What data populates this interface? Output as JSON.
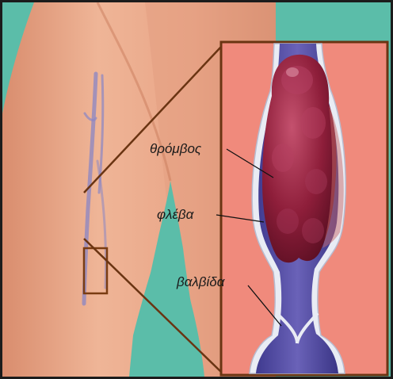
{
  "labels": {
    "thrombus": "θρόμβος",
    "vein": "φλέβα",
    "valve": "βαλβίδα"
  },
  "colors": {
    "background": "#5bbda9",
    "skin": "#e8a384",
    "zoom_box": "#7a3c12",
    "vein_blue": "#5a4fa4",
    "clot": "#8e1e3a",
    "vessel_wall": "#e9ecf4"
  }
}
